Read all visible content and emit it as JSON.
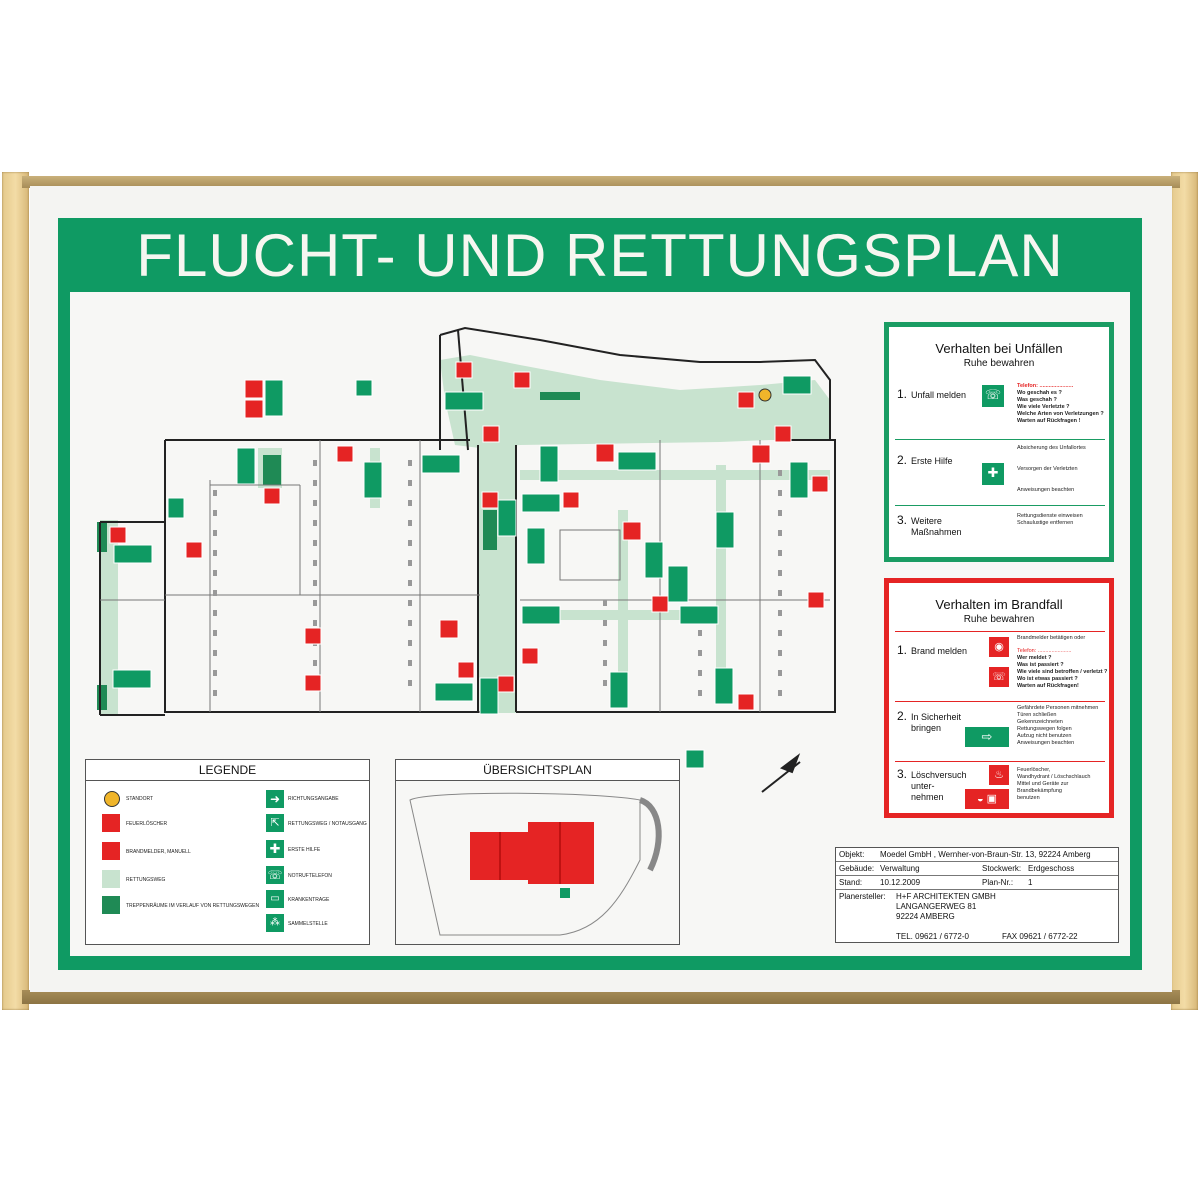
{
  "title": "FLUCHT- UND RETTUNGSPLAN",
  "colors": {
    "safety_green": "#0f9a63",
    "fire_red": "#e52424",
    "route_green": "#c8e3cf",
    "stair_green": "#1f8a55",
    "standort": "#f0b52a"
  },
  "accident_panel": {
    "title": "Verhalten bei Unfällen",
    "subtitle": "Ruhe bewahren",
    "steps": [
      {
        "num": "1.",
        "label": "Unfall melden"
      },
      {
        "num": "2.",
        "label": "Erste Hilfe"
      },
      {
        "num": "3.",
        "label": "Weitere",
        "label2": "Maßnahmen"
      }
    ],
    "notes": {
      "phone": "Telefon: ......................",
      "q1": "Wo geschah es ?",
      "q2": "Was geschah ?",
      "q3": "Wie viele Verletzte ?",
      "q4": "Welche Arten von Verletzungen ?",
      "q5": "Warten auf Rückfragen !",
      "aid1": "Absicherung des Unfallortes",
      "aid2": "Versorgen der Verletzten",
      "aid3": "Anweisungen beachten",
      "more1": "Rettungsdienste einweisen",
      "more2": "Schaulustige entfernen"
    }
  },
  "fire_panel": {
    "title": "Verhalten im Brandfall",
    "subtitle": "Ruhe bewahren",
    "steps": [
      {
        "num": "1.",
        "label": "Brand melden"
      },
      {
        "num": "2.",
        "label": "In Sicherheit",
        "label2": "bringen"
      },
      {
        "num": "3.",
        "label": "Löschversuch",
        "label2": "unter-",
        "label3": "nehmen"
      }
    ],
    "notes": {
      "b1": "Brandmelder betätigen oder",
      "phone": "Telefon: ......................",
      "q1": "Wer meldet ?",
      "q2": "Was ist passiert ?",
      "q3": "Wie viele sind betroffen / verletzt ?",
      "q4": "Wo ist etwas passiert ?",
      "q5": "Warten auf Rückfragen!",
      "s1": "Gefährdete Personen mitnehmen",
      "s2": "Türen schließen",
      "s3": "Gekennzeichneten",
      "s4": "Rettungswegen folgen",
      "s5": "Aufzug nicht benutzen",
      "s6": "Anweisungen beachten",
      "l1": "Feuerlöscher,",
      "l2": "Wandhydrant / Löschschlauch",
      "l3": "Mittel und Geräte zur",
      "l4": "Brandbekämpfung",
      "l5": "benutzen"
    }
  },
  "legend": {
    "title": "LEGENDE",
    "left": [
      "STANDORT",
      "FEUERLÖSCHER",
      "BRANDMELDER, MANUELL",
      "RETTUNGSWEG",
      "TREPPENRÄUME IM VERLAUF VON RETTUNGSWEGEN"
    ],
    "right": [
      "RICHTUNGSANGABE",
      "RETTUNGSWEG / NOTAUSGANG",
      "ERSTE HILFE",
      "NOTRUFTELEFON",
      "KRANKENTRAGE",
      "SAMMELSTELLE"
    ]
  },
  "overview": {
    "title": "ÜBERSICHTSPLAN"
  },
  "title_block": {
    "objekt_label": "Objekt:",
    "objekt_value": "Moedel GmbH , Wernher-von-Braun-Str. 13, 92224 Amberg",
    "gebaeude_label": "Gebäude:",
    "gebaeude_value": "Verwaltung",
    "stockwerk_label": "Stockwerk:",
    "stockwerk_value": "Erdgeschoss",
    "stand_label": "Stand:",
    "stand_value": "10.12.2009",
    "plannr_label": "Plan-Nr.:",
    "plannr_value": "1",
    "planer_label": "Planersteller:",
    "planer_l1": "H+F ARCHITEKTEN GMBH",
    "planer_l2": "LANGANGERWEG 81",
    "planer_l3": "92224 AMBERG",
    "tel": "TEL. 09621 / 6772-0",
    "fax": "FAX 09621 / 6772-22"
  }
}
